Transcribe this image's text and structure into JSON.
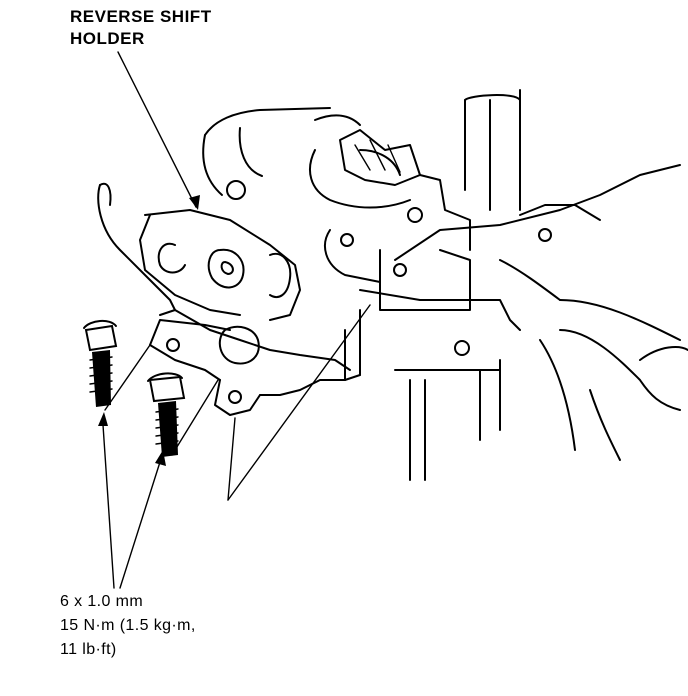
{
  "callout": {
    "line1": "REVERSE SHIFT",
    "line2": "HOLDER"
  },
  "spec": {
    "line1": "6 x 1.0 mm",
    "line2": "15 N·m (1.5 kg·m,",
    "line3": "11 lb·ft)"
  }
}
